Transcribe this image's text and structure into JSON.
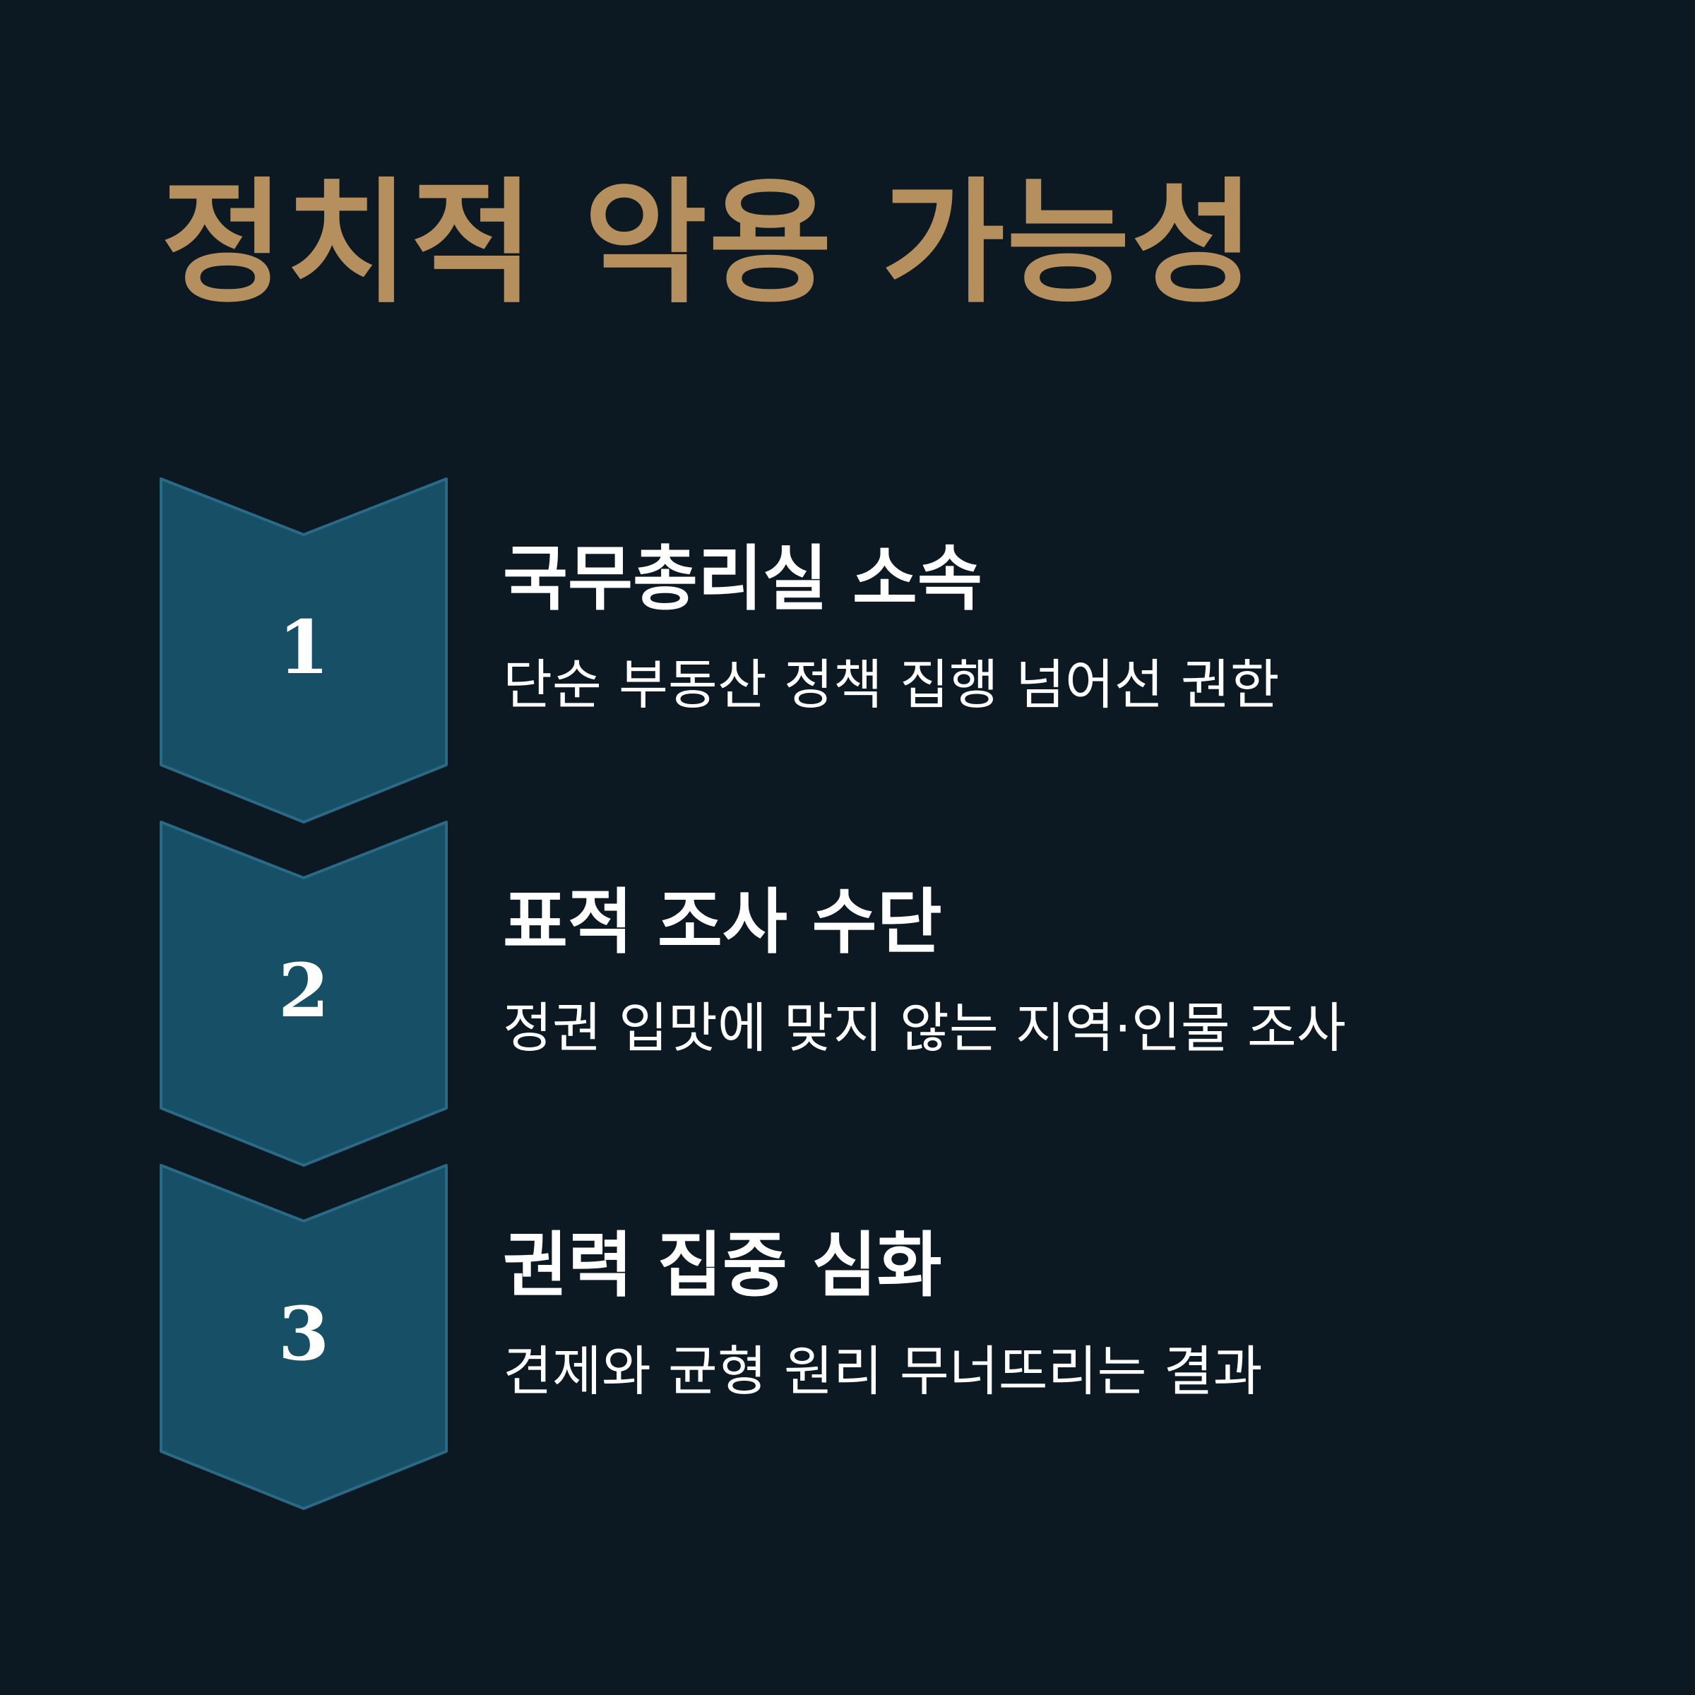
{
  "title": "정치적 악용 가능성",
  "colors": {
    "background": "#0c1822",
    "title": "#b58f5e",
    "chevron_fill": "#174f66",
    "chevron_stroke": "#2a6a87",
    "text": "#ffffff"
  },
  "steps": [
    {
      "number": "1",
      "heading": "국무총리실 소속",
      "description": "단순 부동산 정책 집행 넘어선 권한"
    },
    {
      "number": "2",
      "heading": "표적 조사 수단",
      "description": "정권 입맛에 맞지 않는 지역·인물 조사"
    },
    {
      "number": "3",
      "heading": "권력 집중 심화",
      "description": "견제와 균형 원리 무너뜨리는 결과"
    }
  ]
}
